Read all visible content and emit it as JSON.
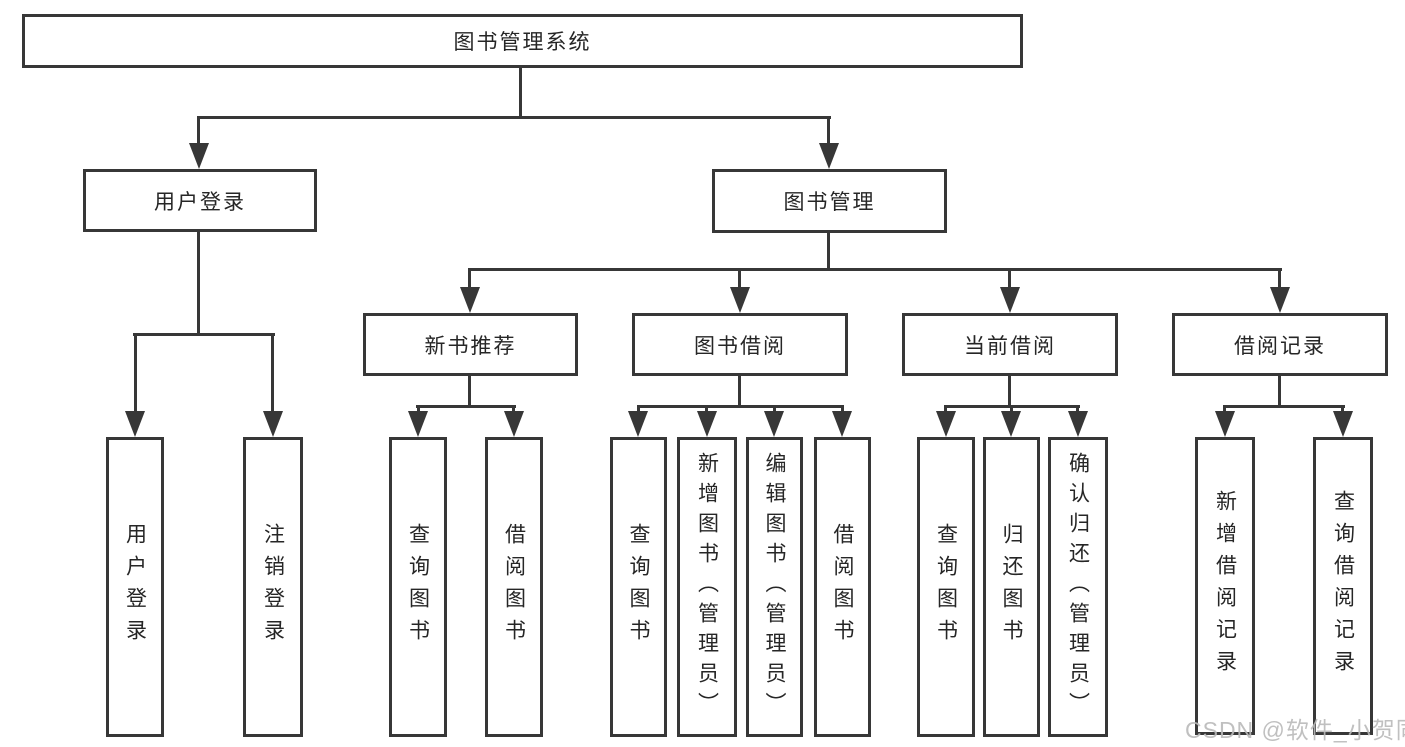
{
  "diagram": {
    "root": {
      "label": "图书管理系统"
    },
    "branches": [
      {
        "label": "用户登录",
        "children": [
          {
            "label": "用户登录"
          },
          {
            "label": "注销登录"
          }
        ]
      },
      {
        "label": "图书管理",
        "children": [
          {
            "label": "新书推荐",
            "children": [
              {
                "label": "查询图书"
              },
              {
                "label": "借阅图书"
              }
            ]
          },
          {
            "label": "图书借阅",
            "children": [
              {
                "label": "查询图书"
              },
              {
                "label": "新增图书（管理员）"
              },
              {
                "label": "编辑图书（管理员）"
              },
              {
                "label": "借阅图书"
              }
            ]
          },
          {
            "label": "当前借阅",
            "children": [
              {
                "label": "查询图书"
              },
              {
                "label": "归还图书"
              },
              {
                "label": "确认归还（管理员）"
              }
            ]
          },
          {
            "label": "借阅记录",
            "children": [
              {
                "label": "新增借阅记录"
              },
              {
                "label": "查询借阅记录"
              }
            ]
          }
        ]
      }
    ]
  },
  "watermark": {
    "text": "CSDN @软件_小贺同学"
  },
  "colors": {
    "line": "#373737",
    "text": "#262626",
    "watermark": "#b9b9b9",
    "background": "#ffffff"
  }
}
